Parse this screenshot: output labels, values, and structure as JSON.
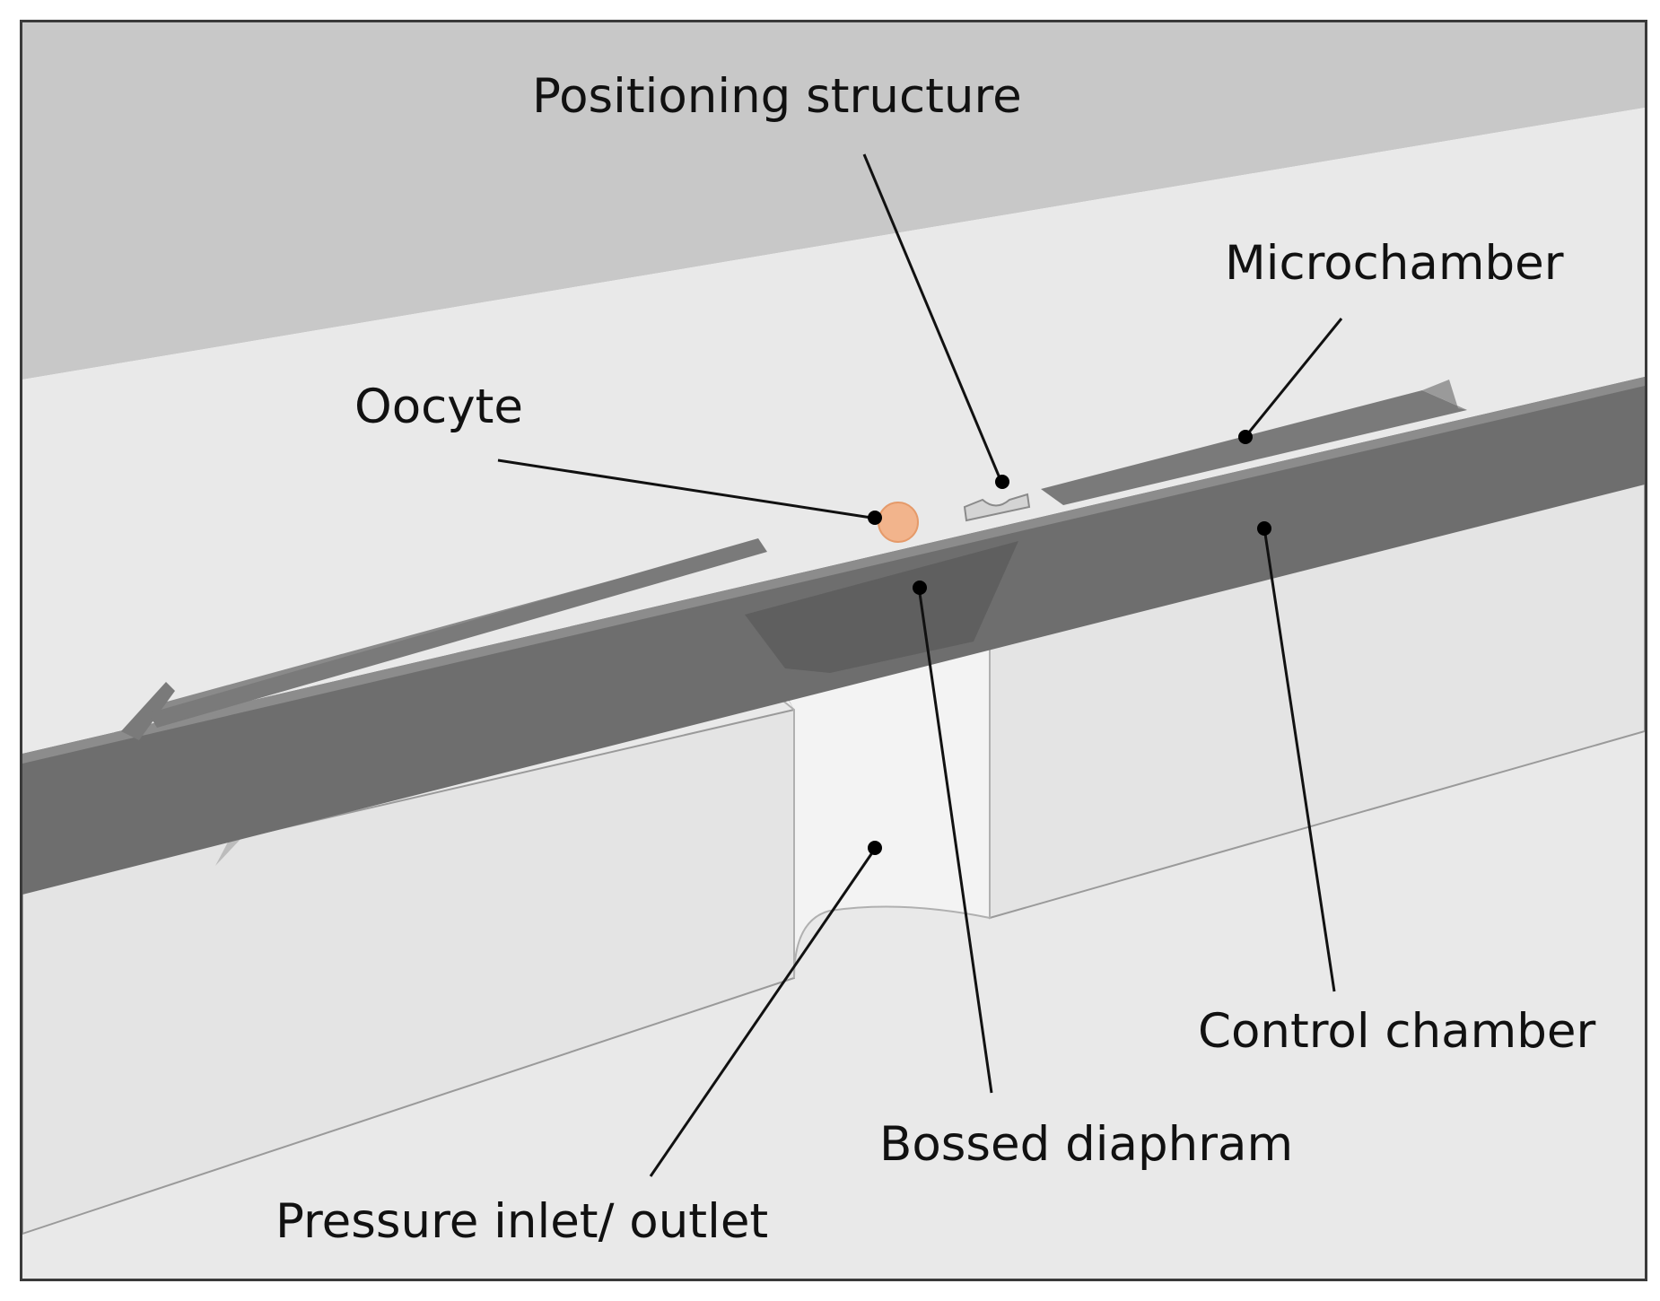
{
  "labels": {
    "positioning_structure": "Positioning structure",
    "microchamber": "Microchamber",
    "oocyte": "Oocyte",
    "control_chamber": "Control chamber",
    "bossed_diaphragm": "Bossed diaphram",
    "pressure_inlet_outlet": "Pressure inlet/ outlet"
  },
  "colors": {
    "top_glass": "#c8c8c8",
    "chip_body": "#e8e8e8",
    "membrane": "#6e6e6e",
    "membrane_dark": "#5a5a5a",
    "cavity": "#bdbdbd",
    "oocyte": "#f2b48c",
    "outline": "#3a3a3a"
  }
}
